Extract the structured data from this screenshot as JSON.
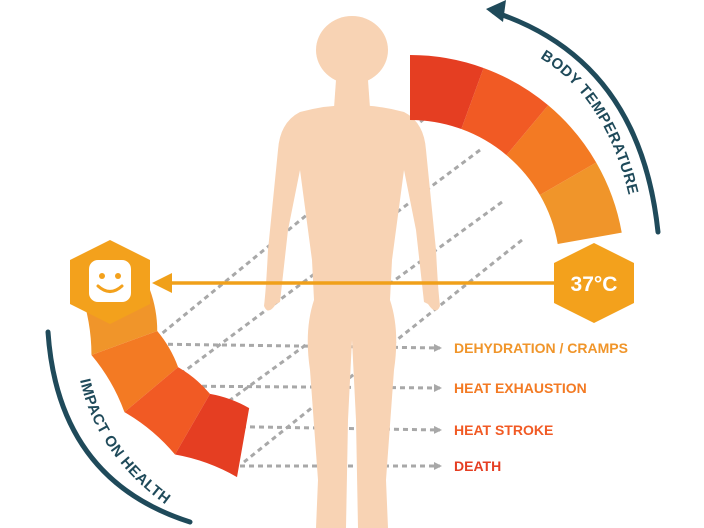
{
  "colors": {
    "body": "#f8d3b4",
    "navy": "#1f4a5a",
    "arrow": "#f0a01a",
    "hex": "#f3a11c",
    "seg_dark_red": "#e53e22",
    "seg_orange_red": "#f15a24",
    "seg_orange": "#f37a23",
    "seg_amber": "#f0952a",
    "dash": "#a8a8a8"
  },
  "labels": {
    "body_temperature": "BODY TEMPERATURE",
    "impact_on_health": "IMPACT ON HEALTH",
    "baseline_temperature": "37°C"
  },
  "icons": {
    "baseline_icon": "smiley-face-icon",
    "human_figure": "human-silhouette-icon"
  },
  "outcomes": [
    {
      "label": "DEHYDRATION / CRAMPS",
      "color": "#f0952a"
    },
    {
      "label": "HEAT EXHAUSTION",
      "color": "#f37a23"
    },
    {
      "label": "HEAT STROKE",
      "color": "#f15a24"
    },
    {
      "label": "DEATH",
      "color": "#e53e22"
    }
  ]
}
